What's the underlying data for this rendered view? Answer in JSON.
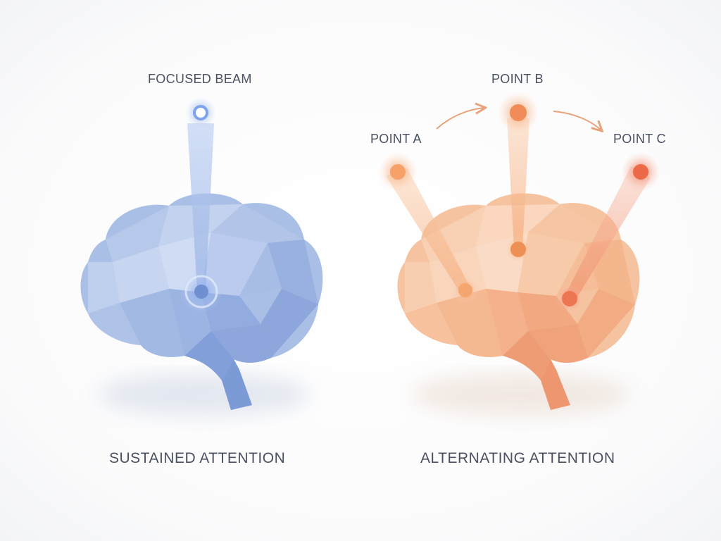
{
  "left_panel": {
    "top_label": "FOCUSED BEAM",
    "caption": "SUSTAINED ATTENTION",
    "brain_color": "#9db4e0",
    "accent_color": "#6f8fd0"
  },
  "right_panel": {
    "point_a_label": "POINT A",
    "point_b_label": "POINT B",
    "point_c_label": "POINT C",
    "caption": "ALTERNATING ATTENTION",
    "brain_color": "#f5b48a",
    "accent_color": "#f08a50"
  }
}
